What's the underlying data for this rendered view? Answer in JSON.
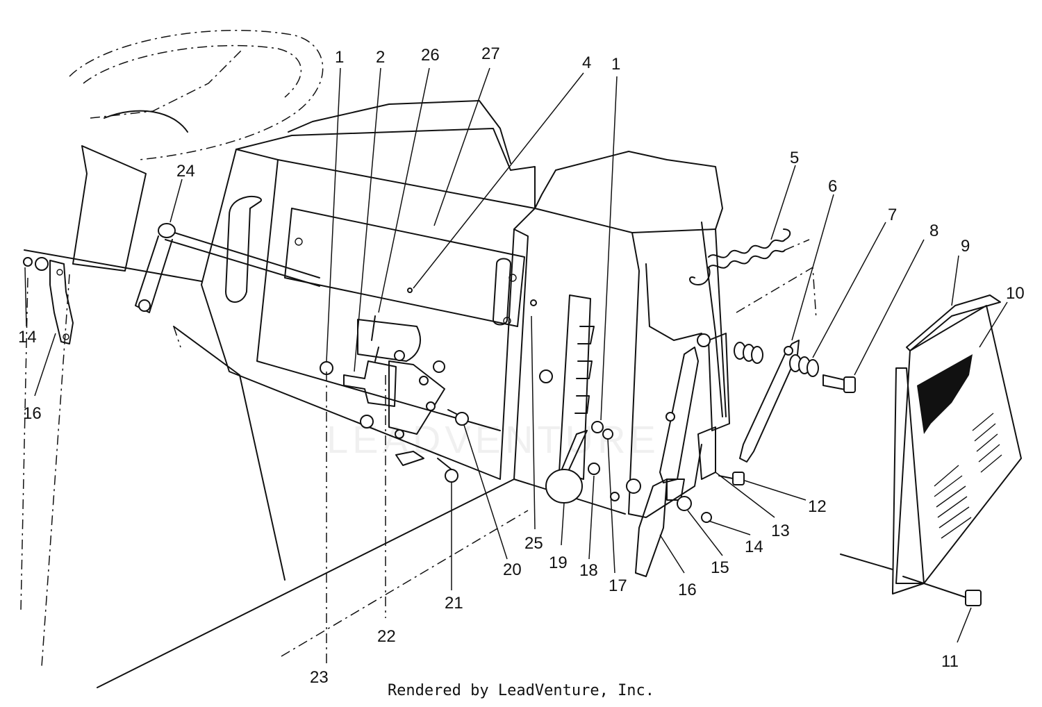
{
  "callouts": [
    {
      "label": "1"
    },
    {
      "label": "2"
    },
    {
      "label": "26"
    },
    {
      "label": "27"
    },
    {
      "label": "4"
    },
    {
      "label": "1"
    },
    {
      "label": "5"
    },
    {
      "label": "6"
    },
    {
      "label": "7"
    },
    {
      "label": "8"
    },
    {
      "label": "9"
    },
    {
      "label": "10"
    },
    {
      "label": "24"
    },
    {
      "label": "14"
    },
    {
      "label": "16"
    },
    {
      "label": "12"
    },
    {
      "label": "13"
    },
    {
      "label": "14"
    },
    {
      "label": "15"
    },
    {
      "label": "16"
    },
    {
      "label": "17"
    },
    {
      "label": "18"
    },
    {
      "label": "19"
    },
    {
      "label": "20"
    },
    {
      "label": "25"
    },
    {
      "label": "21"
    },
    {
      "label": "22"
    },
    {
      "label": "23"
    },
    {
      "label": "11"
    }
  ],
  "watermark": "LEADVENTURE",
  "credit": "Rendered by LeadVenture, Inc."
}
